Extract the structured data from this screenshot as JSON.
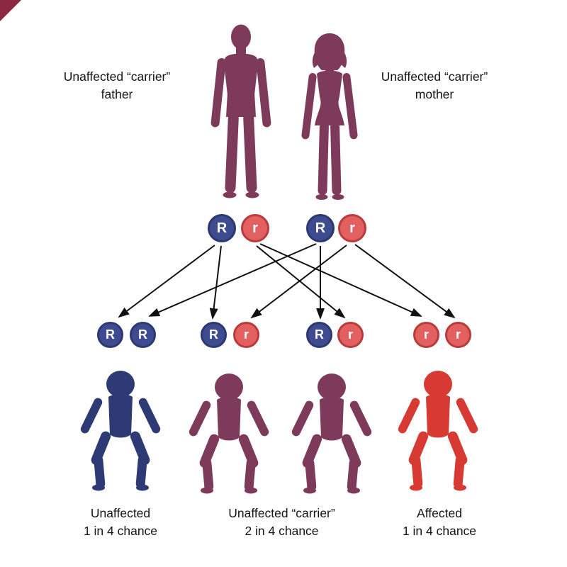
{
  "parents": {
    "father": {
      "label_line1": "Unaffected “carrier”",
      "label_line2": "father"
    },
    "mother": {
      "label_line1": "Unaffected “carrier”",
      "label_line2": "mother"
    }
  },
  "alleles": {
    "father": [
      "R",
      "r"
    ],
    "mother": [
      "R",
      "r"
    ],
    "children": [
      [
        "R",
        "R"
      ],
      [
        "R",
        "r"
      ],
      [
        "R",
        "r"
      ],
      [
        "r",
        "r"
      ]
    ]
  },
  "outcomes": [
    {
      "name": "Unaffected",
      "chance": "1 in 4 chance"
    },
    {
      "name": "Unaffected “carrier”",
      "chance": "2 in 4 chance"
    },
    {
      "name": "Affected",
      "chance": "1 in 4 chance"
    }
  ],
  "colors": {
    "parent_silhouette": "#7d3a5a",
    "carrier_baby": "#7d3a5a",
    "unaffected_baby": "#2d3a74",
    "affected_baby": "#d63a32",
    "dominant_allele_fill": "#3e4b90",
    "dominant_allele_border": "#2c3870",
    "recessive_allele_fill": "#e2605f",
    "recessive_allele_border": "#b93b3b",
    "arrow": "#111111",
    "text": "#151515"
  }
}
